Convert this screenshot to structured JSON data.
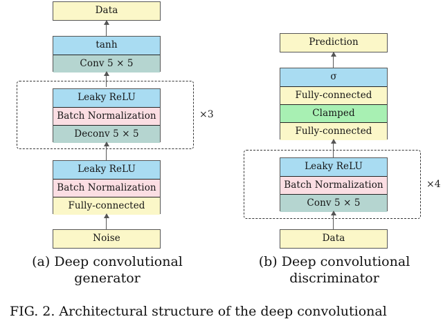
{
  "figure": {
    "panels": [
      {
        "id": "generator",
        "caption_line1": "(a) Deep convolutional",
        "caption_line2": "generator",
        "repeat_label": "×3",
        "blocks": [
          {
            "name": "output-data",
            "rows": [
              {
                "label": "Data",
                "color": "#fbf7c8",
                "fill": "fill-yellow"
              }
            ]
          },
          {
            "name": "output-activation",
            "rows": [
              {
                "label": "tanh",
                "color": "#a9dcf2",
                "fill": "fill-blue"
              },
              {
                "label": "Conv 5 × 5",
                "color": "#b5d5d0",
                "fill": "fill-teal"
              }
            ]
          },
          {
            "name": "deconv-block",
            "rows": [
              {
                "label": "Leaky ReLU",
                "color": "#a9dcf2",
                "fill": "fill-blue"
              },
              {
                "label": "Batch Normalization",
                "color": "#fbdee3",
                "fill": "fill-pink"
              },
              {
                "label": "Deconv 5 × 5",
                "color": "#b5d5d0",
                "fill": "fill-teal"
              }
            ]
          },
          {
            "name": "projection-block",
            "rows": [
              {
                "label": "Leaky ReLU",
                "color": "#a9dcf2",
                "fill": "fill-blue"
              },
              {
                "label": "Batch Normalization",
                "color": "#fbdee3",
                "fill": "fill-pink"
              },
              {
                "label": "Fully-connected",
                "color": "#fbf7c8",
                "fill": "fill-yellow"
              }
            ]
          },
          {
            "name": "input-noise",
            "rows": [
              {
                "label": "Noise",
                "color": "#fbf7c8",
                "fill": "fill-yellow"
              }
            ]
          }
        ]
      },
      {
        "id": "discriminator",
        "caption_line1": "(b) Deep convolutional",
        "caption_line2": "discriminator",
        "repeat_label": "×4",
        "blocks": [
          {
            "name": "output-prediction",
            "rows": [
              {
                "label": "Prediction",
                "color": "#fbf7c8",
                "fill": "fill-yellow"
              }
            ]
          },
          {
            "name": "head-block",
            "rows": [
              {
                "label": "σ",
                "color": "#a9dcf2",
                "fill": "fill-blue"
              },
              {
                "label": "Fully-connected",
                "color": "#fbf7c8",
                "fill": "fill-yellow"
              },
              {
                "label": "Clamped",
                "color": "#a8f0b3",
                "fill": "fill-green"
              },
              {
                "label": "Fully-connected",
                "color": "#fbf7c8",
                "fill": "fill-yellow"
              }
            ]
          },
          {
            "name": "conv-block",
            "rows": [
              {
                "label": "Leaky ReLU",
                "color": "#a9dcf2",
                "fill": "fill-blue"
              },
              {
                "label": "Batch Normalization",
                "color": "#fbdee3",
                "fill": "fill-pink"
              },
              {
                "label": "Conv 5 × 5",
                "color": "#b5d5d0",
                "fill": "fill-teal"
              }
            ]
          },
          {
            "name": "input-data",
            "rows": [
              {
                "label": "Data",
                "color": "#fbf7c8",
                "fill": "fill-yellow"
              }
            ]
          }
        ]
      }
    ],
    "bottom_caption": "FIG. 2. Architectural structure of the deep convolutional"
  }
}
